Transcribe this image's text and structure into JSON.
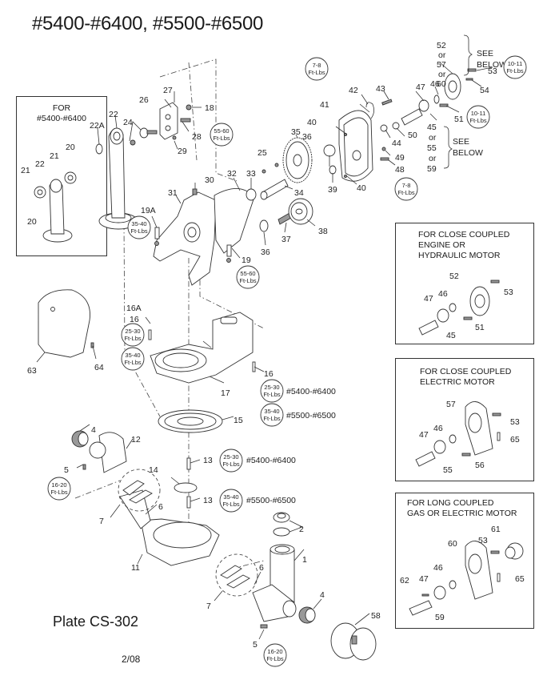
{
  "title": "#5400-#6400, #5500-#6500",
  "plate": "Plate CS-302",
  "date": "2/08",
  "torque_unit": "Ft-Lbs",
  "see_below": "SEE BELOW",
  "or_word": "or",
  "upper_alt_parts": [
    "52",
    "57",
    "60"
  ],
  "lower_alt_parts": [
    "45",
    "55",
    "59"
  ],
  "inset_left": {
    "title_line1": "FOR",
    "title_line2": "#5400-#6400",
    "parts": [
      "20",
      "21",
      "22",
      "21",
      "20"
    ]
  },
  "inset_engine": {
    "title": [
      "FOR CLOSE COUPLED",
      "ENGINE OR",
      "HYDRAULIC MOTOR"
    ],
    "parts": [
      "52",
      "53",
      "46",
      "47",
      "51",
      "45"
    ]
  },
  "inset_electric": {
    "title": [
      "FOR CLOSE COUPLED",
      "ELECTRIC MOTOR"
    ],
    "parts": [
      "57",
      "53",
      "46",
      "65",
      "47",
      "56",
      "55"
    ]
  },
  "inset_long": {
    "title": [
      "FOR LONG COUPLED",
      "GAS OR ELECTRIC MOTOR"
    ],
    "parts": [
      "61",
      "53",
      "60",
      "46",
      "65",
      "62",
      "47",
      "59"
    ]
  },
  "part_labels": {
    "p1": "1",
    "p2": "2",
    "p4a": "4",
    "p4b": "4",
    "p5a": "5",
    "p5b": "5",
    "p6a": "6",
    "p6b": "6",
    "p7a": "7",
    "p7b": "7",
    "p11": "11",
    "p12": "12",
    "p13a": "13",
    "p13b": "13",
    "p14": "14",
    "p15": "15",
    "p16a": "16A",
    "p16": "16",
    "p16b": "16",
    "p17": "17",
    "p18": "18",
    "p19": "19",
    "p19a": "19A",
    "p22": "22",
    "p22a": "22A",
    "p24": "24",
    "p25": "25",
    "p26": "26",
    "p27": "27",
    "p28": "28",
    "p29": "29",
    "p30": "30",
    "p31": "31",
    "p32": "32",
    "p33": "33",
    "p34": "34",
    "p35": "35",
    "p36a": "36",
    "p36b": "36",
    "p37": "37",
    "p38": "38",
    "p39": "39",
    "p40a": "40",
    "p40b": "40",
    "p41": "41",
    "p42": "42",
    "p43": "43",
    "p44": "44",
    "p46": "46",
    "p47": "47",
    "p48": "48",
    "p49": "49",
    "p50": "50",
    "p51": "51",
    "p53": "53",
    "p54": "54",
    "p58": "58",
    "p63": "63",
    "p64": "64"
  },
  "torque_specs": [
    {
      "id": "t1",
      "value": "7-8",
      "part": "43"
    },
    {
      "id": "t2",
      "value": "10-11",
      "part": "53"
    },
    {
      "id": "t3",
      "value": "10-11",
      "part": "51"
    },
    {
      "id": "t4",
      "value": "55-60",
      "part": "18/28"
    },
    {
      "id": "t5",
      "value": "7-8",
      "part": "48"
    },
    {
      "id": "t6",
      "value": "35-40",
      "part": "19A"
    },
    {
      "id": "t7",
      "value": "55-60",
      "part": "19"
    },
    {
      "id": "t8",
      "value": "25-30",
      "part": "16A"
    },
    {
      "id": "t9",
      "value": "35-40",
      "part": "16"
    },
    {
      "id": "t10",
      "value": "25-30",
      "part": "16",
      "model": "#5400-#6400"
    },
    {
      "id": "t11",
      "value": "35-40",
      "part": "16",
      "model": "#5500-#6500"
    },
    {
      "id": "t12",
      "value": "16-20",
      "part": "5"
    },
    {
      "id": "t13",
      "value": "25-30",
      "part": "13",
      "model": "#5400-#6400"
    },
    {
      "id": "t14",
      "value": "35-40",
      "part": "13",
      "model": "#5500-#6500"
    },
    {
      "id": "t15",
      "value": "16-20",
      "part": "5"
    }
  ]
}
